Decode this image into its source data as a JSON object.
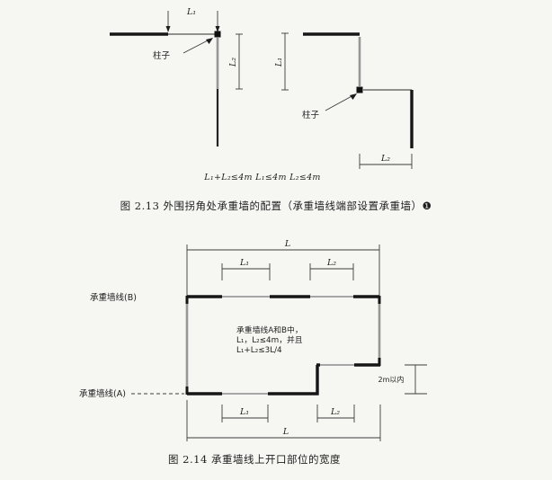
{
  "figure1": {
    "caption": "图 2.13  外围拐角处承重墙的配置（承重墙线端部设置承重墙）❶",
    "equations": "L₁+L₂≤4m   L₁≤4m   L₂≤4m",
    "left_diagram": {
      "column_label": "柱子",
      "top_dim": "L₁",
      "side_dim": "L₂"
    },
    "right_diagram": {
      "column_label": "柱子",
      "side_dim": "L₁",
      "bottom_dim": "L₂"
    }
  },
  "figure2": {
    "caption": "图 2.14  承重墙线上开口部位的宽度",
    "wall_line_b_label": "承重墙线(B)",
    "wall_line_a_label": "承重墙线(A)",
    "note_line1": "承重墙线A和B中，",
    "note_line2": "L₁，L₂≤4m，并且",
    "note_line3": "L₁+L₂≤3L/4",
    "dims": {
      "total_top": "L",
      "opening1_top": "L₁",
      "opening2_top": "L₂",
      "opening1_bottom": "L₁",
      "opening2_bottom": "L₂",
      "total_bottom": "L",
      "step_height": "2m以内"
    }
  },
  "colors": {
    "ink": "#161616",
    "wall_gray": "#979797",
    "opening_gray": "#a6a6a6",
    "dim_line": "#3c3c3c",
    "background": "#f6f6f3"
  }
}
